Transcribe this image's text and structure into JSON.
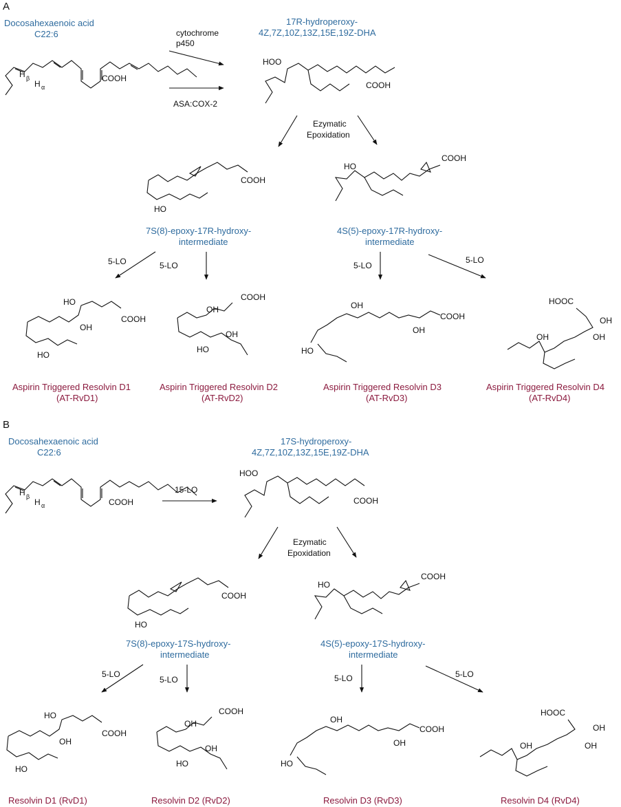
{
  "colors": {
    "name_blue": "#2e6b9e",
    "product_red": "#8b1a3e",
    "ink": "#111111"
  },
  "panelA": {
    "label": "A",
    "substrate": {
      "line1": "Docosahexaenoic acid",
      "line2": "C22:6"
    },
    "atoms": {
      "cooh": "COOH",
      "h_beta": "H",
      "beta": "β",
      "h_alpha": "H",
      "alpha": "α"
    },
    "arrow_top_label1": "cytochrome",
    "arrow_top_label2": "p450",
    "arrow_bottom_label": "ASA:COX-2",
    "hydroperoxide": {
      "line1": "17R-hydroperoxy-",
      "line2": "4Z,7Z,10Z,13Z,15E,19Z-DHA",
      "hoo": "HOO",
      "cooh": "COOH"
    },
    "epox_label1": "Ezymatic",
    "epox_label2": "Epoxidation",
    "int7": {
      "line1": "7S(8)-epoxy-17R-hydroxy-",
      "line2": "intermediate",
      "ho": "HO",
      "cooh": "COOH"
    },
    "int4": {
      "line1": "4S(5)-epoxy-17R-hydroxy-",
      "line2": "intermediate",
      "ho": "HO",
      "cooh": "COOH"
    },
    "lo": "5-LO",
    "products": [
      {
        "line1": "Aspirin Triggered Resolvin D1",
        "line2": "(AT-RvD1)"
      },
      {
        "line1": "Aspirin Triggered Resolvin D2",
        "line2": "(AT-RvD2)"
      },
      {
        "line1": "Aspirin Triggered Resolvin D3",
        "line2": "(AT-RvD3)"
      },
      {
        "line1": "Aspirin Triggered Resolvin D4",
        "line2": "(AT-RvD4)"
      }
    ],
    "chem": {
      "oh": "OH",
      "ho": "HO",
      "cooh": "COOH",
      "hooc": "HOOC"
    }
  },
  "panelB": {
    "label": "B",
    "substrate": {
      "line1": "Docosahexaenoic acid",
      "line2": "C22:6"
    },
    "atoms": {
      "cooh": "COOH",
      "h_beta": "H",
      "beta": "β",
      "h_alpha": "H",
      "alpha": "α"
    },
    "arrow_label": "15-LO",
    "hydroperoxide": {
      "line1": "17S-hydroperoxy-",
      "line2": "4Z,7Z,10Z,13Z,15E,19Z-DHA",
      "hoo": "HOO",
      "cooh": "COOH"
    },
    "epox_label1": "Ezymatic",
    "epox_label2": "Epoxidation",
    "int7": {
      "line1": "7S(8)-epoxy-17S-hydroxy-",
      "line2": "intermediate",
      "ho": "HO",
      "cooh": "COOH"
    },
    "int4": {
      "line1": "4S(5)-epoxy-17S-hydroxy-",
      "line2": "intermediate",
      "ho": "HO",
      "cooh": "COOH"
    },
    "lo": "5-LO",
    "products": [
      {
        "line1": "Resolvin D1 (RvD1)"
      },
      {
        "line1": "Resolvin D2 (RvD2)"
      },
      {
        "line1": "Resolvin D3 (RvD3)"
      },
      {
        "line1": "Resolvin D4 (RvD4)"
      }
    ],
    "chem": {
      "oh": "OH",
      "ho": "HO",
      "cooh": "COOH",
      "hooc": "HOOC"
    }
  }
}
